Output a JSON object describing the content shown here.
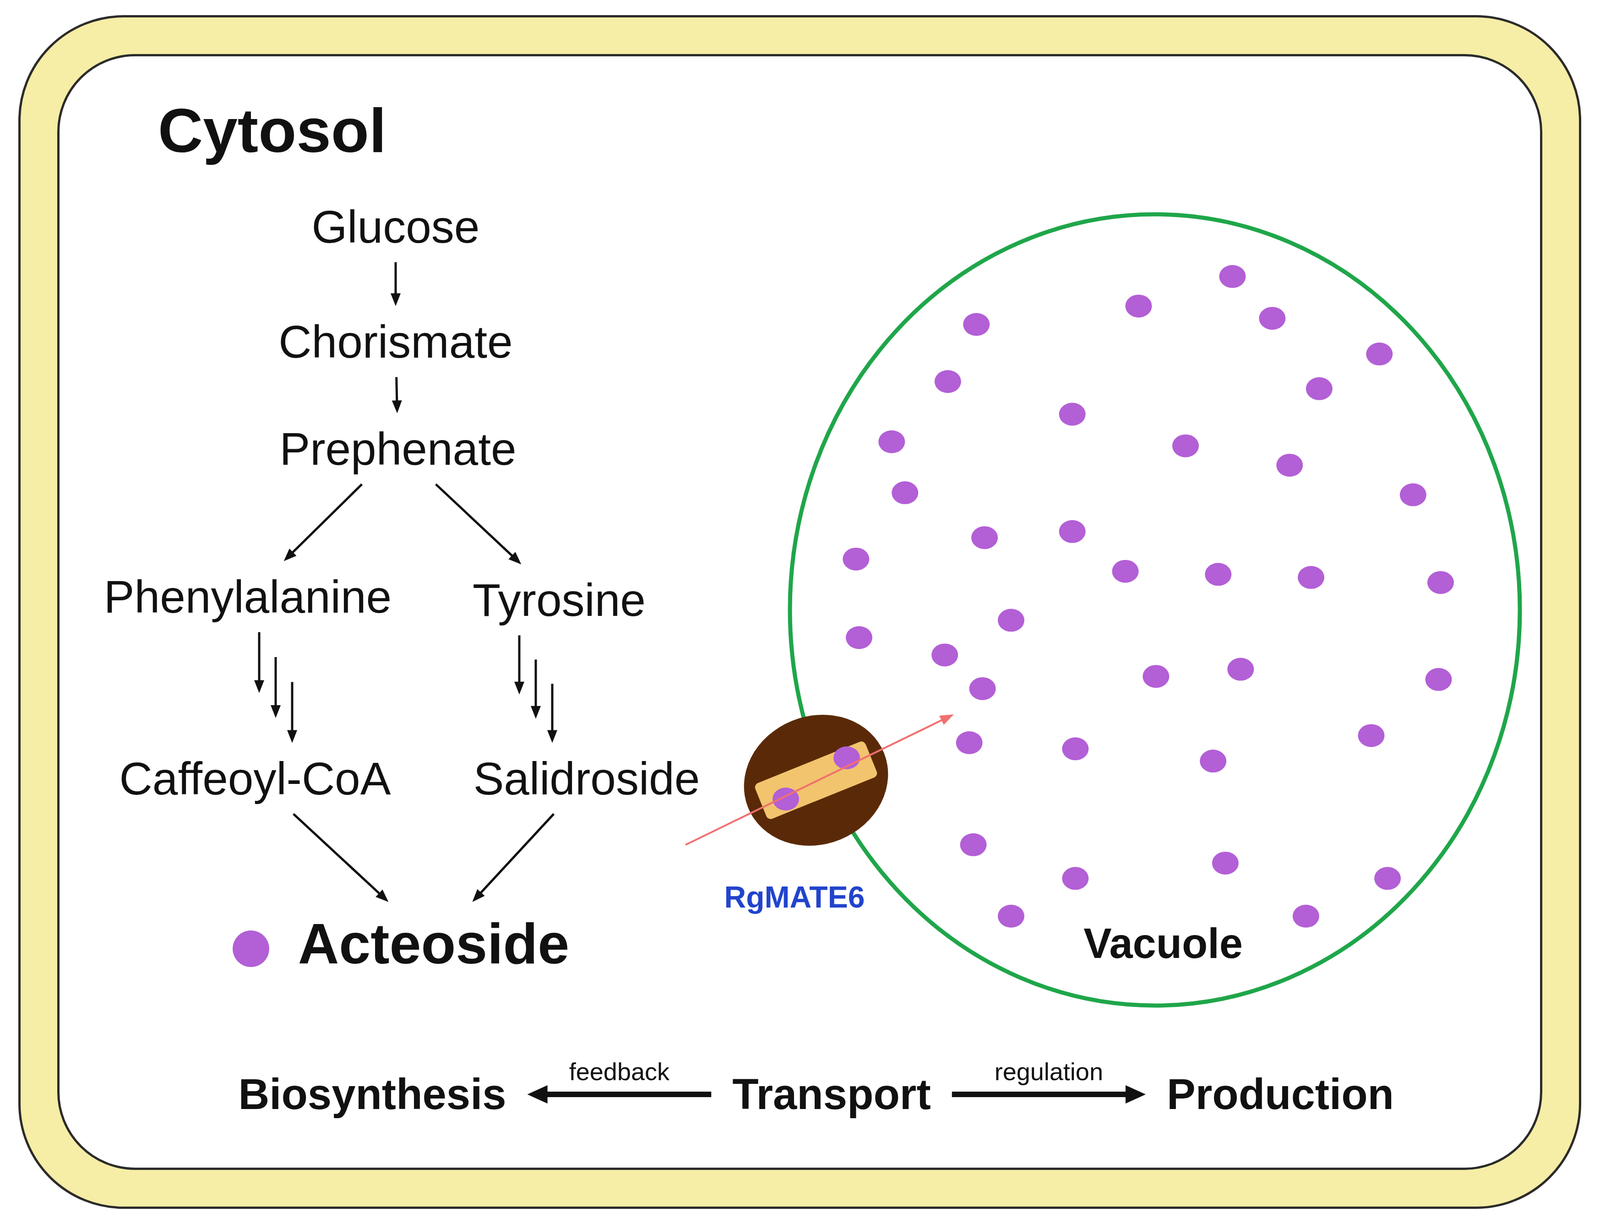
{
  "diagram": {
    "nodes": [
      {
        "text": [
          "Cytosol"
        ]
      },
      {
        "text": [
          "Glucose"
        ],
        "in": 0
      },
      {
        "text": [
          "Chorismate"
        ],
        "in": 0
      },
      {
        "text": [
          "Prephenate"
        ],
        "in": 0
      },
      {
        "text": [
          "Phenylalanine"
        ],
        "in": 0
      },
      {
        "text": [
          "Tyrosine"
        ],
        "in": 0
      },
      {
        "text": [
          "Caffeoyl-CoA"
        ],
        "in": 0
      },
      {
        "text": [
          "Salidroside"
        ],
        "in": 0
      },
      {
        "text": [
          "Acteoside"
        ],
        "in": 0
      },
      {
        "text": [
          "Vacuole"
        ],
        "in": 0
      },
      {
        "text": [
          "Biosynthesis"
        ],
        "in": 0
      },
      {
        "text": [
          "Transport"
        ],
        "in": 0
      },
      {
        "text": [
          "Production"
        ],
        "in": 0
      }
    ],
    "edges": [
      {
        "from": 1,
        "to": 2,
        "arrow": "to"
      },
      {
        "from": 2,
        "to": 3,
        "arrow": "to"
      },
      {
        "from": 3,
        "to": 4,
        "arrow": "to"
      },
      {
        "from": 3,
        "to": 5,
        "arrow": "to"
      },
      {
        "from": 4,
        "to": 6,
        "arrow": "to"
      },
      {
        "from": 5,
        "to": 7,
        "arrow": "to"
      },
      {
        "from": 6,
        "to": 8,
        "arrow": "to"
      },
      {
        "from": 7,
        "to": 8,
        "arrow": "to"
      },
      {
        "from": 11,
        "to": 10,
        "label": "feedback",
        "arrow": "to"
      },
      {
        "from": 11,
        "to": 12,
        "label": "regulation",
        "arrow": "to"
      }
    ],
    "labels": [
      "RgMATE6"
    ]
  }
}
